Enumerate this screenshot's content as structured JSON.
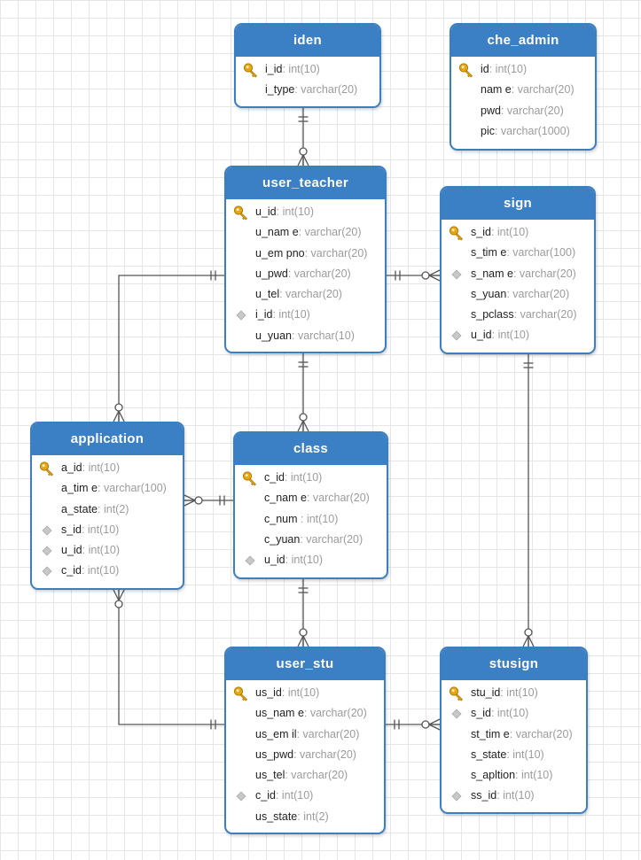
{
  "diagram": {
    "colors": {
      "header": "#3b7fc4",
      "border": "#3c7fc0",
      "line": "#555555",
      "key": "#e6a817",
      "fk": "#c8c8c8"
    },
    "entities": {
      "iden": {
        "title": "iden",
        "fields": [
          {
            "name": "i_id",
            "type": ": int(10)",
            "icon": "key-icon"
          },
          {
            "name": "i_type",
            "type": ": varchar(20)",
            "icon": ""
          }
        ]
      },
      "che_admin": {
        "title": "che_admin",
        "fields": [
          {
            "name": "id",
            "type": ": int(10)",
            "icon": "key-icon"
          },
          {
            "name": "nam e",
            "type": ": varchar(20)",
            "icon": ""
          },
          {
            "name": "pwd",
            "type": ": varchar(20)",
            "icon": ""
          },
          {
            "name": "pic",
            "type": ": varchar(1000)",
            "icon": ""
          }
        ]
      },
      "user_teacher": {
        "title": "user_teacher",
        "fields": [
          {
            "name": "u_id",
            "type": ": int(10)",
            "icon": "key-icon"
          },
          {
            "name": "u_nam e",
            "type": ": varchar(20)",
            "icon": ""
          },
          {
            "name": "u_em pno",
            "type": ": varchar(20)",
            "icon": ""
          },
          {
            "name": "u_pwd",
            "type": ": varchar(20)",
            "icon": ""
          },
          {
            "name": "u_tel",
            "type": ": varchar(20)",
            "icon": ""
          },
          {
            "name": "i_id",
            "type": ": int(10)",
            "icon": "diamond-icon"
          },
          {
            "name": "u_yuan",
            "type": ": varchar(10)",
            "icon": ""
          }
        ]
      },
      "sign": {
        "title": "sign",
        "fields": [
          {
            "name": "s_id",
            "type": ": int(10)",
            "icon": "key-icon"
          },
          {
            "name": "s_tim e",
            "type": ": varchar(100)",
            "icon": ""
          },
          {
            "name": "s_nam e",
            "type": ": varchar(20)",
            "icon": "diamond-icon"
          },
          {
            "name": "s_yuan",
            "type": ": varchar(20)",
            "icon": ""
          },
          {
            "name": "s_pclass",
            "type": ": varchar(20)",
            "icon": ""
          },
          {
            "name": "u_id",
            "type": ": int(10)",
            "icon": "diamond-icon"
          }
        ]
      },
      "application": {
        "title": "application",
        "fields": [
          {
            "name": "a_id",
            "type": ": int(10)",
            "icon": "key-icon"
          },
          {
            "name": "a_tim e",
            "type": ": varchar(100)",
            "icon": ""
          },
          {
            "name": "a_state",
            "type": ": int(2)",
            "icon": ""
          },
          {
            "name": "s_id",
            "type": ": int(10)",
            "icon": "diamond-icon"
          },
          {
            "name": "u_id",
            "type": ": int(10)",
            "icon": "diamond-icon"
          },
          {
            "name": "c_id",
            "type": ": int(10)",
            "icon": "diamond-icon"
          }
        ]
      },
      "class": {
        "title": "class",
        "fields": [
          {
            "name": "c_id",
            "type": ": int(10)",
            "icon": "key-icon"
          },
          {
            "name": "c_nam e",
            "type": ": varchar(20)",
            "icon": ""
          },
          {
            "name": "c_num",
            "type": " : int(10)",
            "icon": ""
          },
          {
            "name": "c_yuan",
            "type": ": varchar(20)",
            "icon": ""
          },
          {
            "name": "u_id",
            "type": ": int(10)",
            "icon": "diamond-icon"
          }
        ]
      },
      "user_stu": {
        "title": "user_stu",
        "fields": [
          {
            "name": "us_id",
            "type": ": int(10)",
            "icon": "key-icon"
          },
          {
            "name": "us_nam e",
            "type": ": varchar(20)",
            "icon": ""
          },
          {
            "name": "us_em il",
            "type": ": varchar(20)",
            "icon": ""
          },
          {
            "name": "us_pwd",
            "type": ": varchar(20)",
            "icon": ""
          },
          {
            "name": "us_tel",
            "type": ": varchar(20)",
            "icon": ""
          },
          {
            "name": "c_id",
            "type": ": int(10)",
            "icon": "diamond-icon"
          },
          {
            "name": "us_state",
            "type": ": int(2)",
            "icon": ""
          }
        ]
      },
      "stusign": {
        "title": "stusign",
        "fields": [
          {
            "name": "stu_id",
            "type": ": int(10)",
            "icon": "key-icon"
          },
          {
            "name": "s_id",
            "type": ": int(10)",
            "icon": "diamond-icon"
          },
          {
            "name": "st_tim e",
            "type": ": varchar(20)",
            "icon": ""
          },
          {
            "name": "s_state",
            "type": ": int(10)",
            "icon": ""
          },
          {
            "name": "s_apltion",
            "type": ": int(10)",
            "icon": ""
          },
          {
            "name": "ss_id",
            "type": ": int(10)",
            "icon": "diamond-icon"
          }
        ]
      }
    },
    "relationships": [
      {
        "from": "iden",
        "to": "user_teacher",
        "from_end": "one",
        "to_end": "many"
      },
      {
        "from": "user_teacher",
        "to": "sign",
        "from_end": "one",
        "to_end": "many"
      },
      {
        "from": "user_teacher",
        "to": "class",
        "from_end": "one",
        "to_end": "many"
      },
      {
        "from": "user_teacher",
        "to": "application",
        "from_end": "one",
        "to_end": "many"
      },
      {
        "from": "class",
        "to": "application",
        "from_end": "one",
        "to_end": "many"
      },
      {
        "from": "class",
        "to": "user_stu",
        "from_end": "one",
        "to_end": "many"
      },
      {
        "from": "user_stu",
        "to": "application",
        "from_end": "one",
        "to_end": "many"
      },
      {
        "from": "user_stu",
        "to": "stusign",
        "from_end": "one",
        "to_end": "many"
      },
      {
        "from": "sign",
        "to": "stusign",
        "from_end": "one",
        "to_end": "many"
      }
    ]
  }
}
